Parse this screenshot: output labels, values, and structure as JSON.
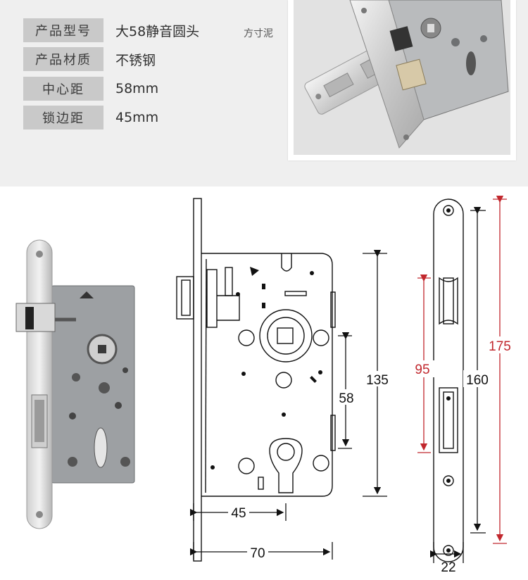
{
  "specs": [
    {
      "label": "产品型号",
      "value": "大58静音圆头"
    },
    {
      "label": "产品材质",
      "value": "不锈钢"
    },
    {
      "label": "中心距",
      "value": "58mm"
    },
    {
      "label": "锁边距",
      "value": "45mm"
    }
  ],
  "watermark": "方寸泥",
  "dimensions": {
    "height_135": "135",
    "center_58": "58",
    "backset_45": "45",
    "width_70": "70",
    "faceplate_width_22": "22",
    "screw_spacing_160": "160",
    "faceplate_length_175": "175",
    "strike_spacing_95": "95"
  },
  "colors": {
    "accent_red": "#c1272d",
    "drawing_line": "#111111",
    "label_bg": "#c9c9c9",
    "top_bg": "#efefef"
  }
}
